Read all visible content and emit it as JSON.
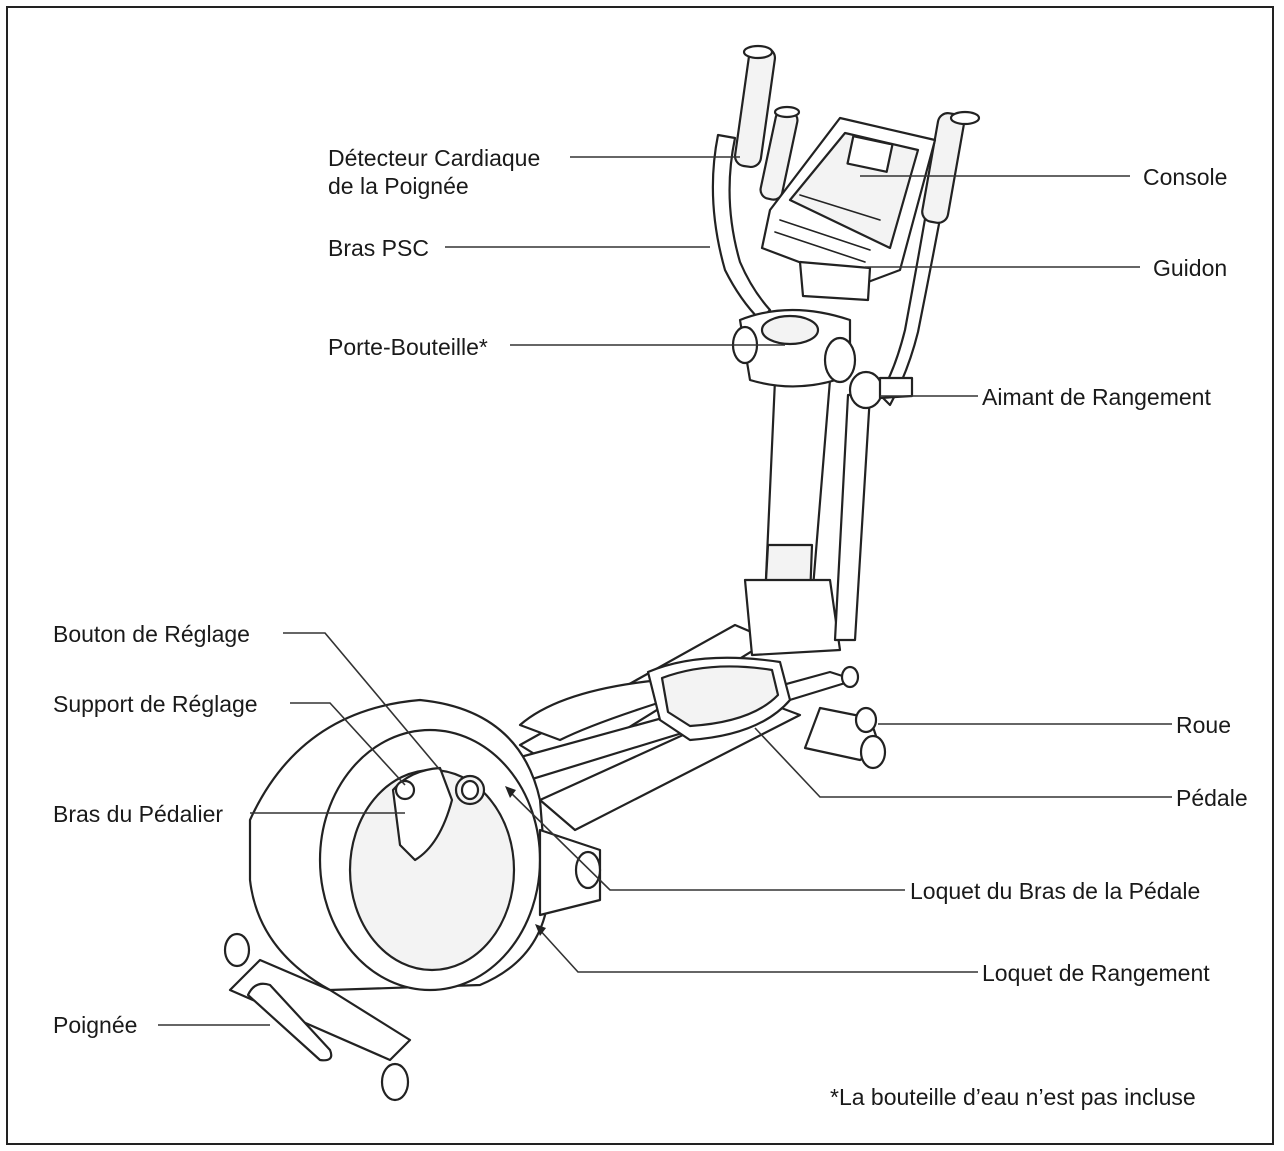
{
  "labels": {
    "detecteur_line1": "Détecteur Cardiaque",
    "detecteur_line2": "de la Poignée",
    "bras_psc": "Bras PSC",
    "porte_bouteille": "Porte-Bouteille*",
    "bouton_reglage": "Bouton de Réglage",
    "support_reglage": "Support de Réglage",
    "bras_pedalier": "Bras du Pédalier",
    "poignee": "Poignée",
    "console": "Console",
    "guidon": "Guidon",
    "aimant_rangement": "Aimant de Rangement",
    "roue": "Roue",
    "pedale": "Pédale",
    "loquet_bras_pedale": "Loquet du Bras de la Pédale",
    "loquet_rangement": "Loquet de Rangement"
  },
  "footnote": "*La bouteille d’eau n’est pas incluse"
}
